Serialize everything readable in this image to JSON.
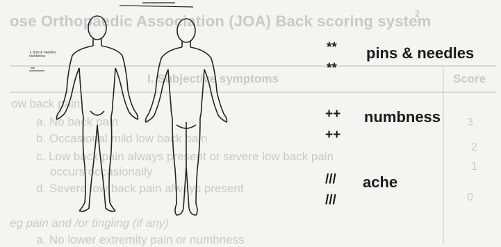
{
  "background": {
    "title": "ose Orthopaedic Association (JOA) Back scoring system",
    "title_sup": "2",
    "section_header": "I. Subjective symptoms",
    "score_header": "Score",
    "lines": [
      "ow back pain",
      "a. No back pain",
      "b. Occasional mild low back pain",
      "c. Low back pain always present or severe low back pain",
      "occurs occasionally",
      "d. Severe low back pain always present",
      "eg pain and /or tingling (if any)",
      "a. No lower extremity pain or numbness"
    ],
    "scores": [
      "3",
      "2",
      "1",
      "0"
    ]
  },
  "figure_labels": {
    "label_1": "1. pins & needles numbness",
    "label_2": "numbness"
  },
  "legend": [
    {
      "symbol_1": "**",
      "symbol_2": "**",
      "label": "pins & needles"
    },
    {
      "symbol_1": "++",
      "symbol_2": "++",
      "label": "numbness"
    },
    {
      "symbol_1": "///",
      "symbol_2": "///",
      "label": "ache"
    }
  ]
}
